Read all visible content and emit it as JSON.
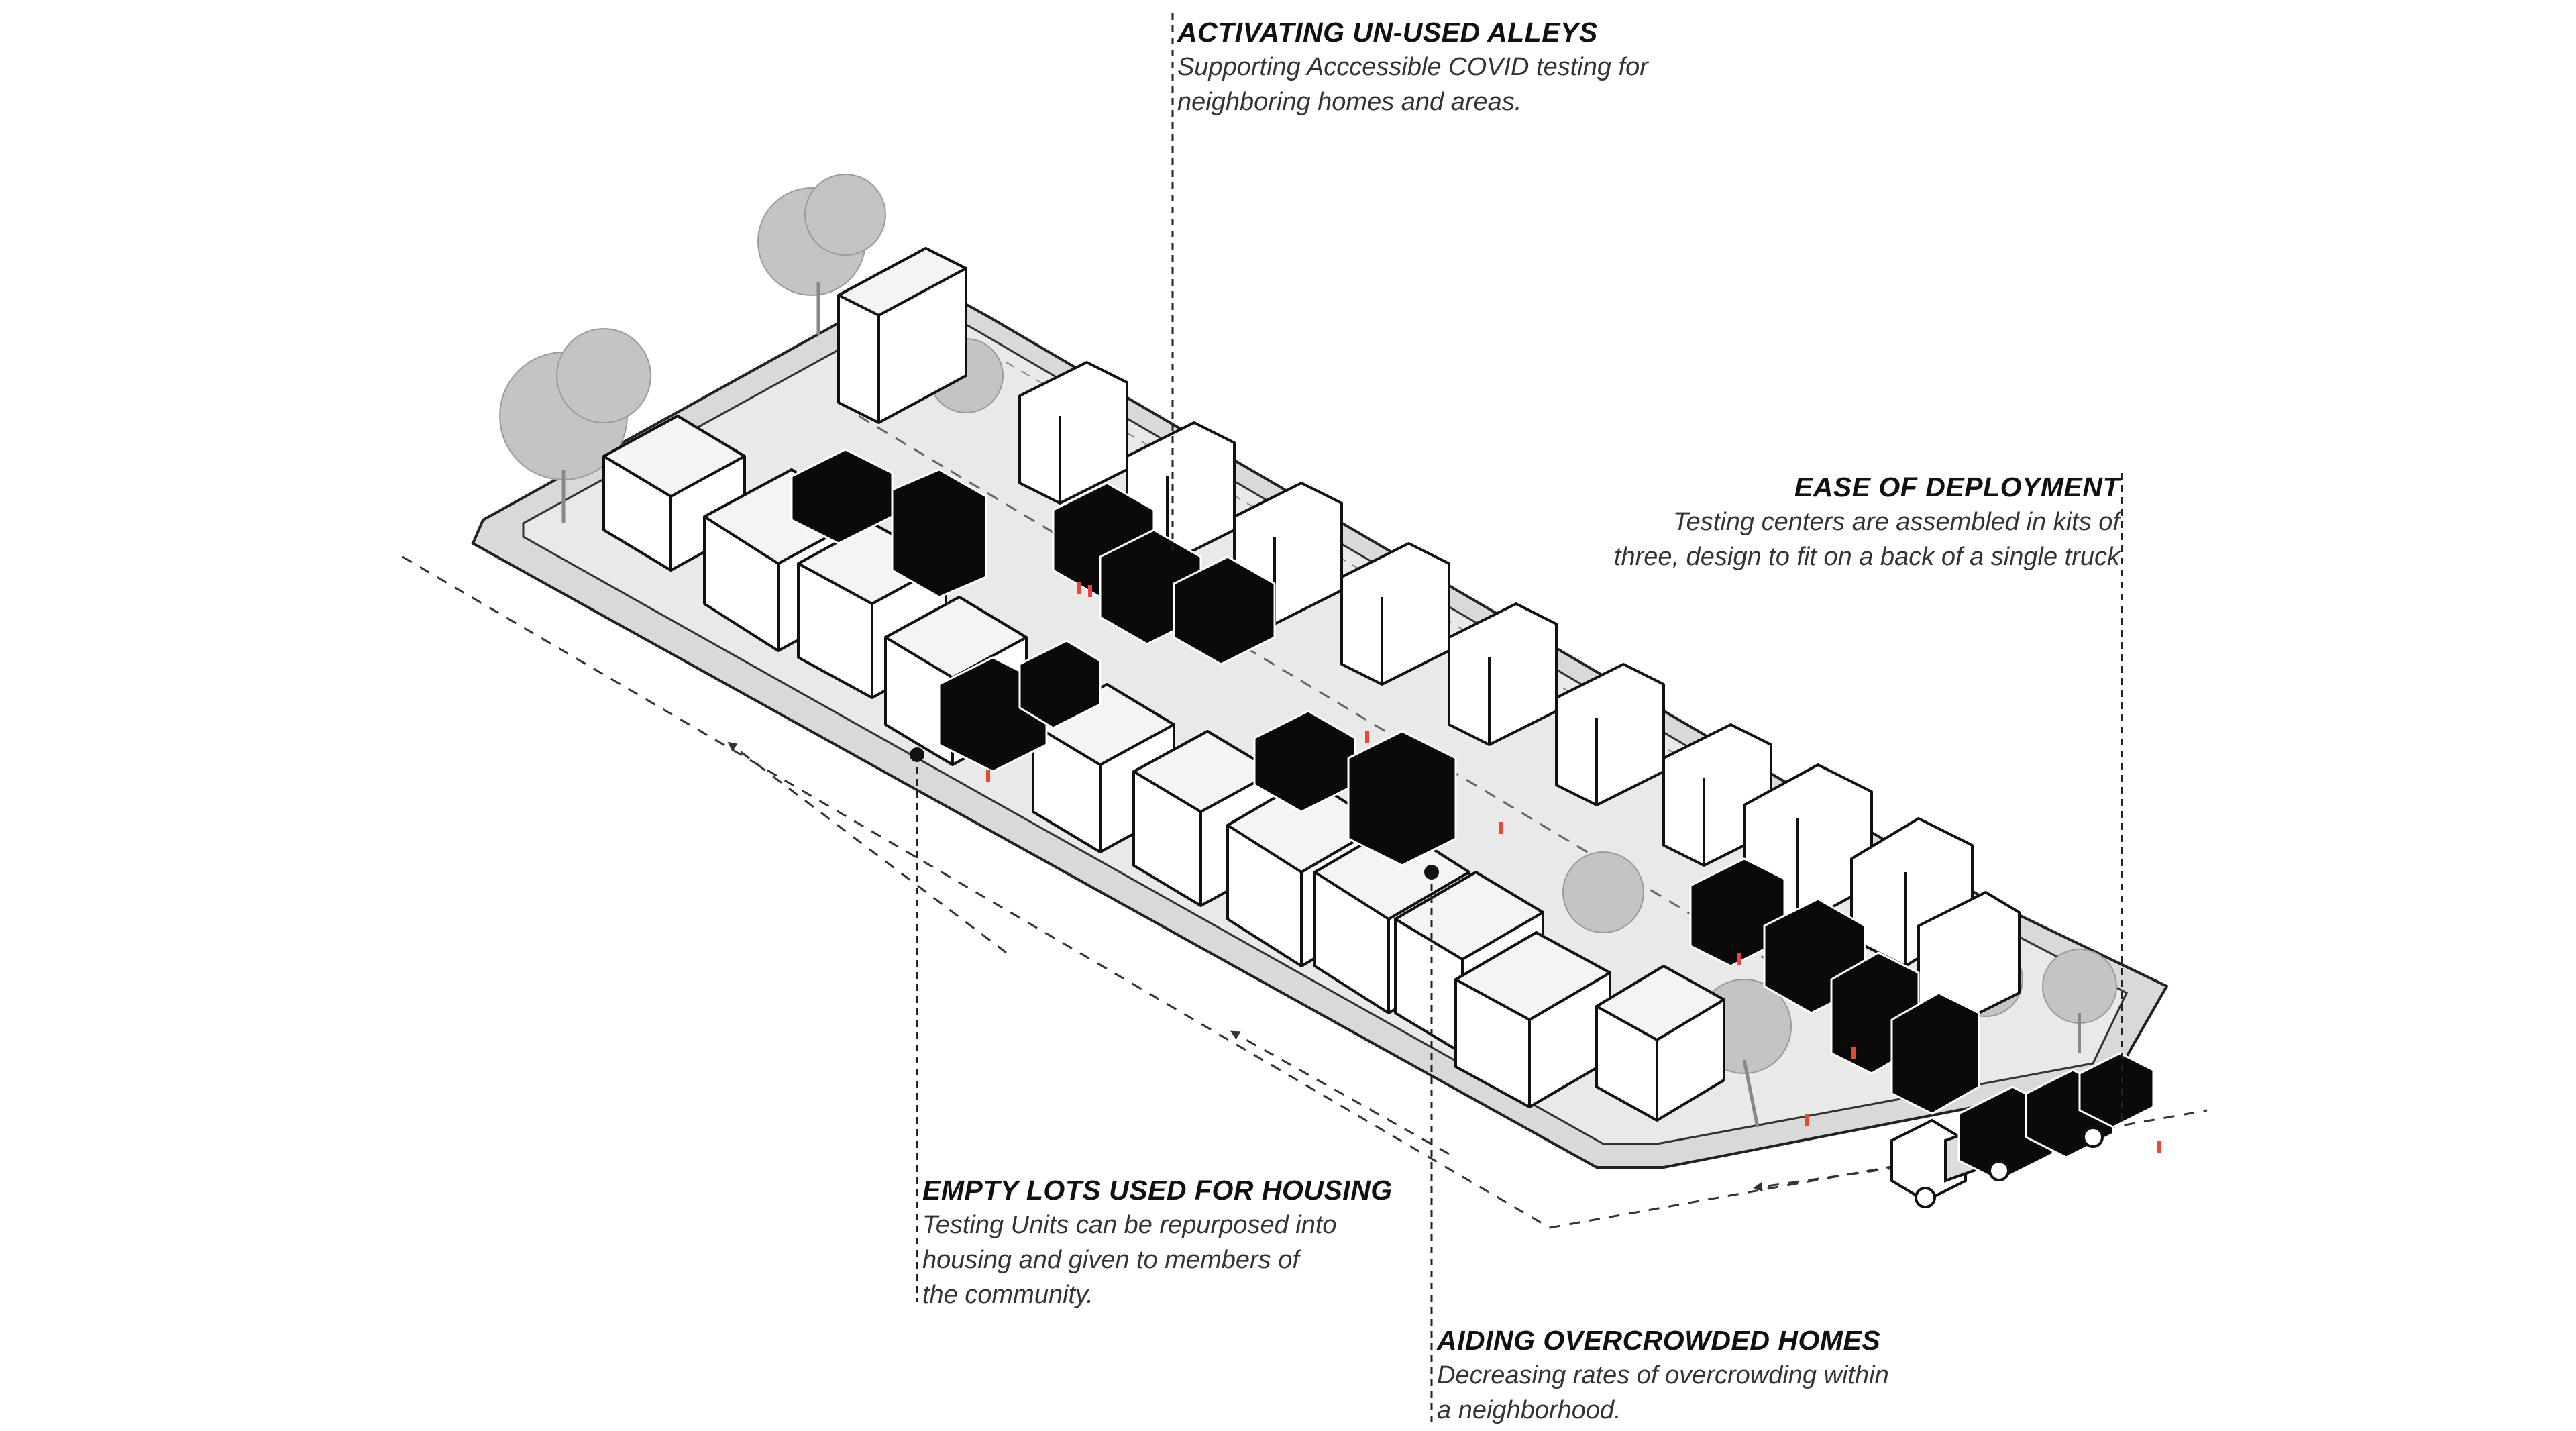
{
  "callouts": {
    "alleys": {
      "title": "ACTIVATING UN-USED ALLEYS",
      "lines": [
        "Supporting Acccessible COVID testing for",
        "neighboring homes and areas."
      ]
    },
    "deployment": {
      "title": "EASE OF DEPLOYMENT",
      "lines": [
        "Testing centers are assembled in kits of",
        "three, design to fit on a back of a single truck"
      ]
    },
    "empty_lots": {
      "title": "EMPTY LOTS USED FOR HOUSING",
      "lines": [
        "Testing Units can be repurposed into",
        "housing and given to members of",
        "the community."
      ]
    },
    "overcrowded": {
      "title": "AIDING OVERCROWDED HOMES",
      "lines": [
        "Decreasing rates of overcrowding within",
        "a neighborhood."
      ]
    }
  },
  "colors": {
    "ink": "#111111",
    "ground": "#dddddd",
    "block": "#e9e9e9",
    "testing_unit": "#0a0a0a",
    "people": "#e8473a",
    "tree": "#b8b8b8"
  }
}
